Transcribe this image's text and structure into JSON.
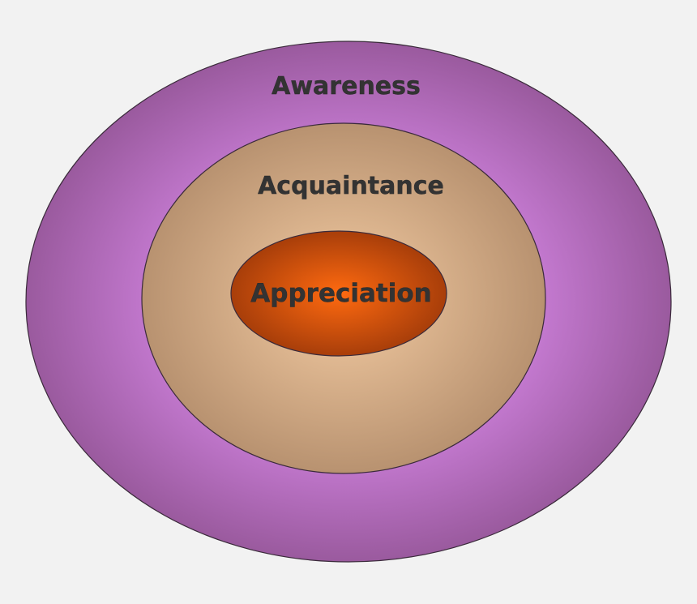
{
  "diagram": {
    "rings": [
      {
        "id": "outer",
        "label": "Awareness",
        "colors": {
          "center": "#c97dd6",
          "edge": "#9a5a9e"
        }
      },
      {
        "id": "middle",
        "label": "Acquaintance",
        "colors": {
          "center": "#f4cca3",
          "edge": "#b89270"
        }
      },
      {
        "id": "inner",
        "label": "Appreciation",
        "colors": {
          "center": "#ff6a10",
          "edge": "#a83e0a"
        }
      }
    ],
    "outline_color": "#3a2a3a",
    "text_color": "#333333"
  }
}
